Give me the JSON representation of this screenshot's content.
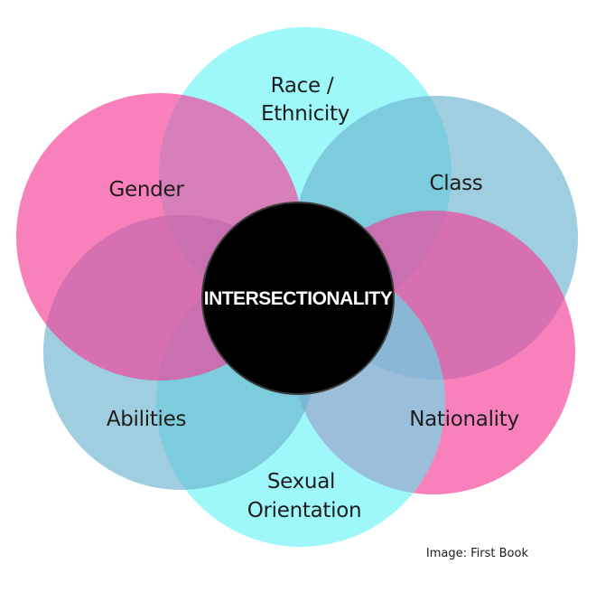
{
  "diagram": {
    "center": {
      "label": "INTERSECTIONALITY",
      "fill": "#000000"
    },
    "circles": [
      {
        "key": "race",
        "lines": [
          "Race /",
          "Ethnicity"
        ],
        "color": "#4ff2f5"
      },
      {
        "key": "class",
        "lines": [
          "Class"
        ],
        "color": "#6ab4d0"
      },
      {
        "key": "nationality",
        "lines": [
          "Nationality"
        ],
        "color": "#f43e97"
      },
      {
        "key": "sexual",
        "lines": [
          "Sexual",
          "Orientation"
        ],
        "color": "#4ff2f5"
      },
      {
        "key": "abilities",
        "lines": [
          "Abilities"
        ],
        "color": "#6ab4d0"
      },
      {
        "key": "gender",
        "lines": [
          "Gender"
        ],
        "color": "#f43e97"
      }
    ]
  },
  "credit": "Image: First Book"
}
